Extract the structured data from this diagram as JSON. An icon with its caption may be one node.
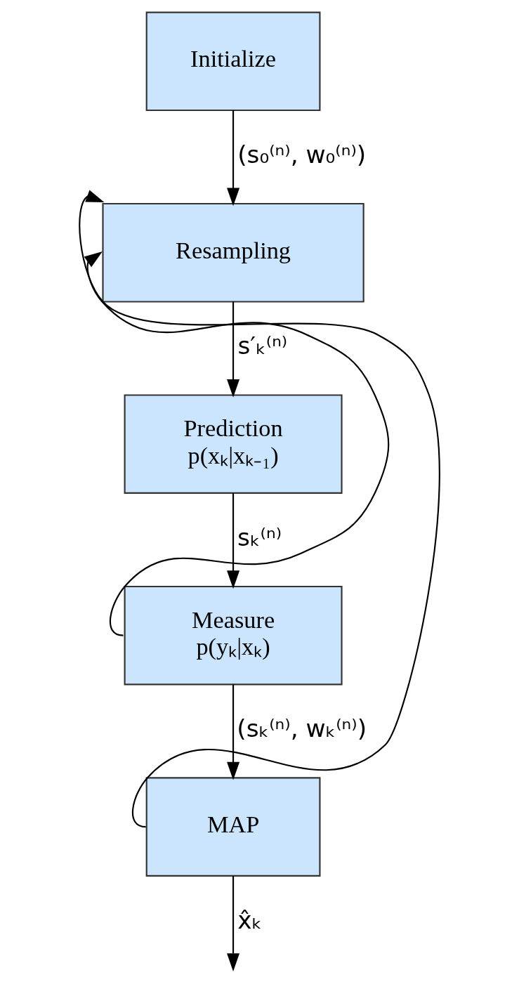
{
  "diagram": {
    "nodes": [
      {
        "text": [
          "Initialize"
        ]
      },
      {
        "text": [
          "Resampling"
        ]
      },
      {
        "text": [
          "Prediction",
          "p(xₖ|xₖ₋₁)"
        ]
      },
      {
        "text": [
          "Measure",
          "p(yₖ|xₖ)"
        ]
      },
      {
        "text": [
          "MAP"
        ]
      }
    ],
    "edges": [
      {
        "from": 0,
        "to": 1,
        "arrow": "to",
        "label": "(s₀⁽ⁿ⁾, w₀⁽ⁿ⁾)"
      },
      {
        "from": 1,
        "to": 2,
        "arrow": "to",
        "label": "s′ₖ⁽ⁿ⁾"
      },
      {
        "from": 2,
        "to": 3,
        "arrow": "to",
        "label": "sₖ⁽ⁿ⁾"
      },
      {
        "from": 3,
        "to": 4,
        "arrow": "to",
        "label": "(sₖ⁽ⁿ⁾, wₖ⁽ⁿ⁾)"
      },
      {
        "from": 3,
        "to": 1,
        "arrow": "to"
      },
      {
        "from": 4,
        "to": null,
        "arrow": "to",
        "label": "x̂ₖ"
      },
      {
        "from": 4,
        "to": 1,
        "arrow": "to"
      }
    ]
  }
}
